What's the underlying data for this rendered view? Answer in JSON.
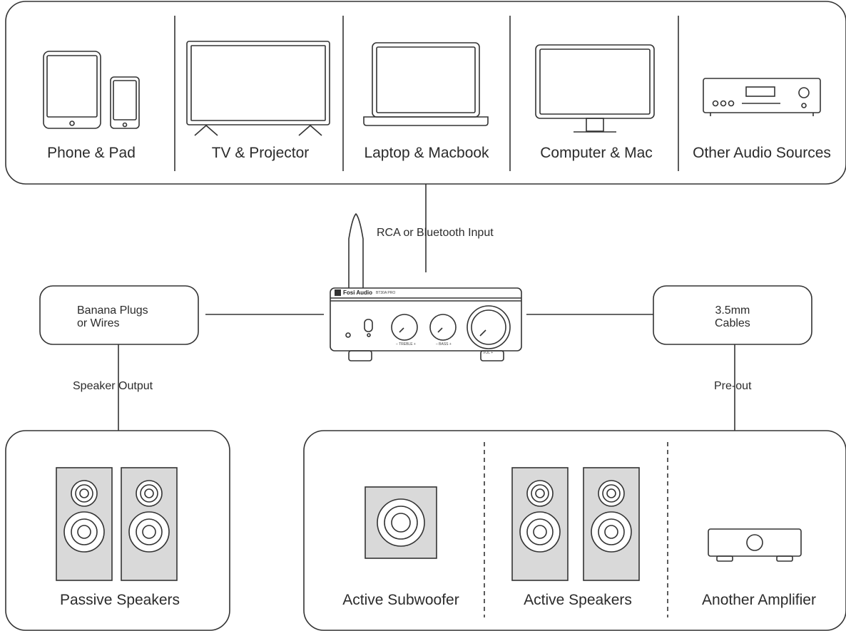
{
  "sources": {
    "phone_pad": "Phone & Pad",
    "tv_projector": "TV & Projector",
    "laptop_macbook": "Laptop & Macbook",
    "computer_mac": "Computer & Mac",
    "other_audio": "Other Audio Sources"
  },
  "connections": {
    "input_label": "RCA or Bluetooth Input",
    "speaker_output": "Speaker Output",
    "pre_out": "Pre-out"
  },
  "boxes": {
    "banana_line1": "Banana Plugs",
    "banana_line2": "or Wires",
    "cables_line1": "3.5mm",
    "cables_line2": "Cables"
  },
  "amplifier": {
    "brand": "Fosi Audio",
    "model": "BT30A PRO",
    "knob_treble": "– TREBLE +",
    "knob_bass": "– BASS +",
    "knob_volume": "VOL +"
  },
  "outputs": {
    "passive_speakers": "Passive Speakers",
    "active_subwoofer": "Active Subwoofer",
    "active_speakers": "Active Speakers",
    "another_amplifier": "Another Amplifier"
  }
}
